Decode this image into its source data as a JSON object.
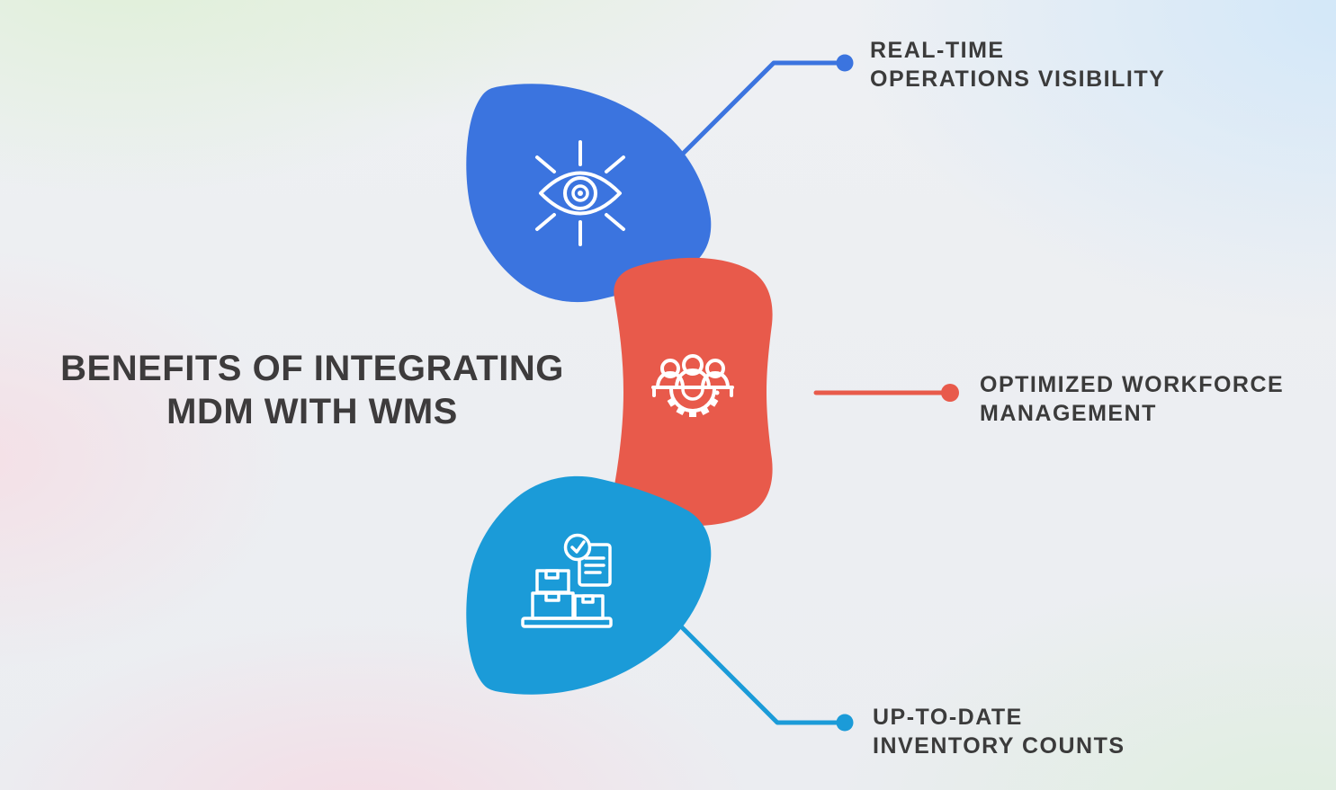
{
  "title": {
    "line1": "BENEFITS OF INTEGRATING",
    "line2": "MDM WITH WMS"
  },
  "benefits": [
    {
      "id": "real-time-operations-visibility",
      "label_line1": "REAL-TIME",
      "label_line2": "OPERATIONS VISIBILITY",
      "icon": "eye-icon",
      "color": "#3b74df"
    },
    {
      "id": "optimized-workforce-management",
      "label_line1": "OPTIMIZED WORKFORCE",
      "label_line2": "MANAGEMENT",
      "icon": "workforce-gear-icon",
      "color": "#e85a4b"
    },
    {
      "id": "up-to-date-inventory-counts",
      "label_line1": "UP-TO-DATE",
      "label_line2": "INVENTORY COUNTS",
      "icon": "inventory-boxes-icon",
      "color": "#1b9bd8"
    }
  ],
  "colors": {
    "blue": "#3b74df",
    "red": "#e85a4b",
    "cyan": "#1b9bd8",
    "title_text": "#3d3b3c",
    "label_text": "#3b3b3b",
    "icon_stroke": "#ffffff"
  }
}
